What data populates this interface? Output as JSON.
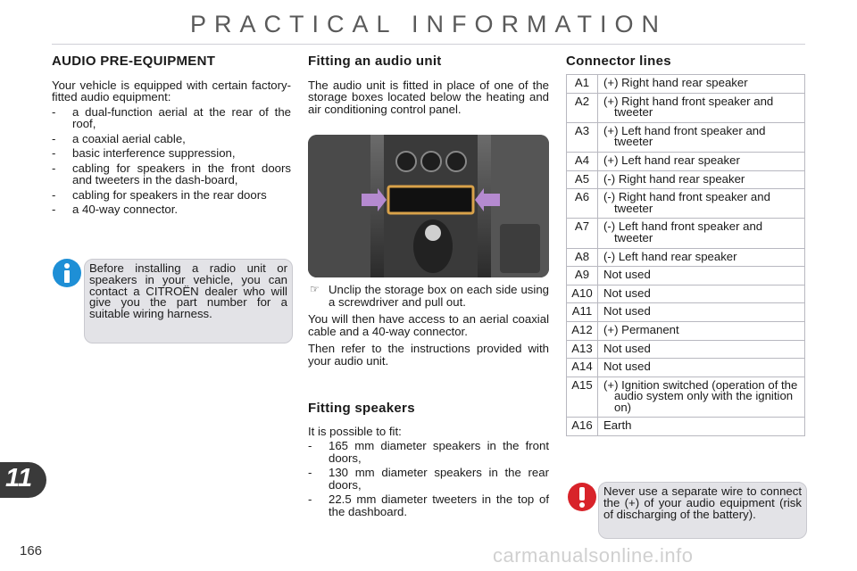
{
  "header": {
    "title": "PRACTICAL INFORMATION"
  },
  "audio": {
    "heading": "AUDIO PRE-EQUIPMENT",
    "intro": "Your vehicle is equipped with certain factory-fitted audio equipment:",
    "items": [
      "a dual-function aerial at the rear of the roof,",
      "a coaxial aerial cable,",
      "basic interference suppression,",
      "cabling for speakers in the front doors and tweeters in the dash-board,",
      "cabling for speakers in the rear doors",
      "a 40-way connector."
    ],
    "info": "Before installing a radio unit or speakers in your vehicle, you can contact a CITROËN dealer who will give you the part number for a suitable wiring harness."
  },
  "fitting_unit": {
    "heading": "Fitting an audio unit",
    "intro": "The audio unit is fitted in place of one of the storage boxes located below the heating and air conditioning control panel.",
    "step": "Unclip the storage box on each side using a screwdriver and pull out.",
    "para1": "You will then have access to an aerial coaxial cable and a 40-way connector.",
    "para2": "Then refer to the instructions provided with your audio unit."
  },
  "fitting_speakers": {
    "heading": "Fitting speakers",
    "intro": "It is possible to fit:",
    "items": [
      "165 mm diameter speakers in the front doors,",
      "130 mm diameter speakers in the rear doors,",
      "22.5 mm diameter tweeters in the top of the dashboard."
    ]
  },
  "connector": {
    "heading": "Connector lines",
    "rows": [
      {
        "code": "A1",
        "desc": "(+) Right hand rear speaker"
      },
      {
        "code": "A2",
        "desc": "(+) Right hand front speaker and tweeter"
      },
      {
        "code": "A3",
        "desc": "(+) Left hand front speaker and tweeter"
      },
      {
        "code": "A4",
        "desc": "(+) Left hand rear speaker"
      },
      {
        "code": "A5",
        "desc": "(-) Right hand rear speaker"
      },
      {
        "code": "A6",
        "desc": "(-) Right hand front speaker and tweeter"
      },
      {
        "code": "A7",
        "desc": "(-) Left hand front speaker and tweeter"
      },
      {
        "code": "A8",
        "desc": "(-) Left hand rear speaker"
      },
      {
        "code": "A9",
        "desc": "Not used"
      },
      {
        "code": "A10",
        "desc": "Not used"
      },
      {
        "code": "A11",
        "desc": "Not used"
      },
      {
        "code": "A12",
        "desc": "(+) Permanent"
      },
      {
        "code": "A13",
        "desc": "Not used"
      },
      {
        "code": "A14",
        "desc": "Not used"
      },
      {
        "code": "A15",
        "desc": "(+) Ignition switched (operation of the audio system only with the ignition on)"
      },
      {
        "code": "A16",
        "desc": "Earth"
      }
    ],
    "warning": "Never use a separate wire to connect the (+) of your audio equipment (risk of discharging of the battery)."
  },
  "footer": {
    "chapter": "11",
    "page": "166",
    "watermark": "carmanualsonline.info"
  },
  "colors": {
    "info_icon": "#1e8fd6",
    "warning_icon": "#d8232a",
    "arrow": "#b58ad0",
    "highlight_frame": "#d9a24a"
  },
  "icons": {
    "info": "info-icon",
    "warning": "exclamation-icon",
    "step": "pointing-hand-icon"
  }
}
